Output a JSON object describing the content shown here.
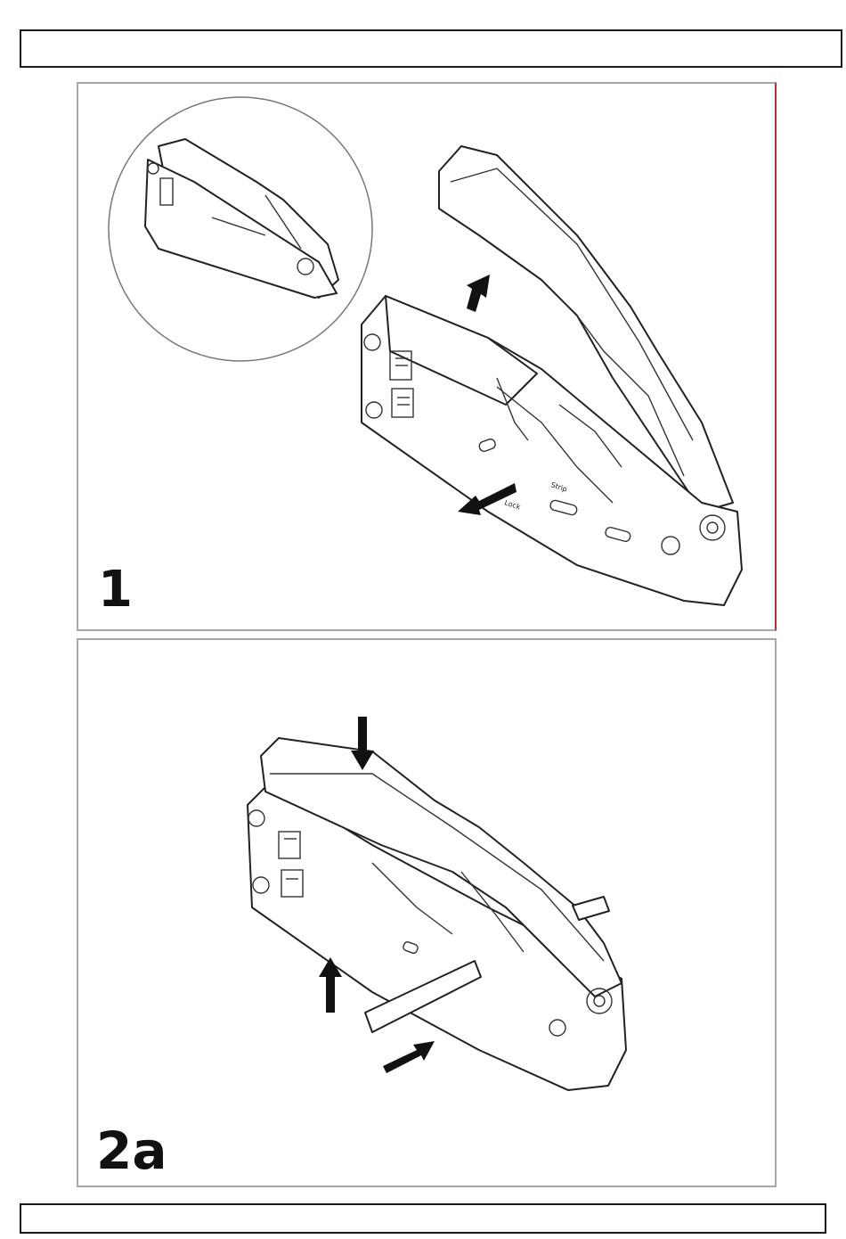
{
  "panels": [
    {
      "step_label": "1",
      "tool_marks": [
        "Lock",
        "Strip"
      ]
    },
    {
      "step_label": "2a"
    }
  ],
  "colors": {
    "line": "#222222",
    "panel_border": "#a9a9a9",
    "arrow": "#111111"
  }
}
